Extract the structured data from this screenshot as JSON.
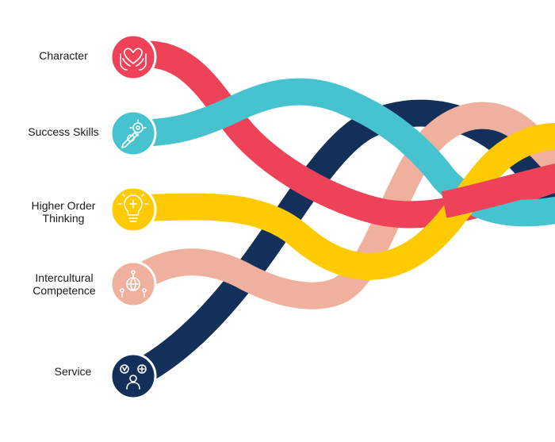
{
  "items": [
    {
      "lines": [
        "Character"
      ],
      "icon": "hands-heart-icon",
      "color": "#ee4258"
    },
    {
      "lines": [
        "Success Skills"
      ],
      "icon": "gears-pencil-icon",
      "color": "#47c3d0"
    },
    {
      "lines": [
        "Higher Order",
        "Thinking"
      ],
      "icon": "lightbulb-icon",
      "color": "#fecb02"
    },
    {
      "lines": [
        "Intercultural",
        "Competence"
      ],
      "icon": "globe-people-icon",
      "color": "#efb09e"
    },
    {
      "lines": [
        "Service"
      ],
      "icon": "people-community-icon",
      "color": "#13305a"
    }
  ]
}
